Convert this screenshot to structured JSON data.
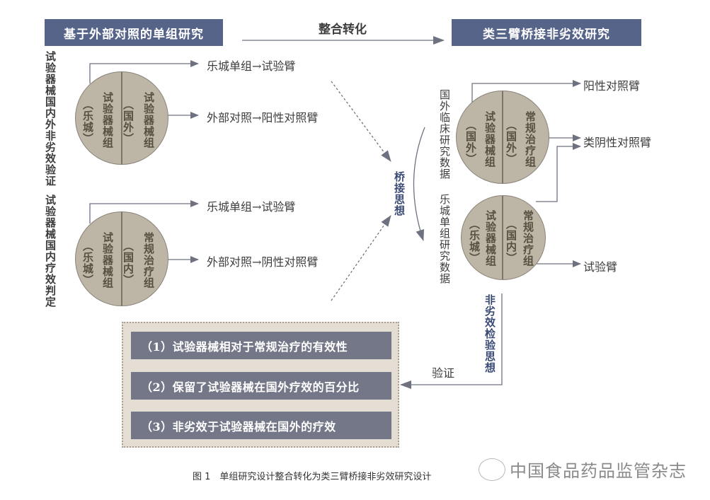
{
  "headers": {
    "left": "基于外部对照的单组研究",
    "right": "类三臂桥接非劣效研究",
    "transition": "整合转化"
  },
  "left_side_labels": {
    "top": "试验器械国内外非劣效验证",
    "bottom": "试验器械国内疗效判定"
  },
  "left_top_circle": {
    "left_half": {
      "region": "（乐城）",
      "group": "试验器械组"
    },
    "right_half": {
      "region": "（国外）",
      "group": "试验器械组"
    },
    "outputs": [
      "乐城单组→试验臂",
      "外部对照→阳性对照臂"
    ]
  },
  "left_bottom_circle": {
    "left_half": {
      "region": "（乐城）",
      "group": "试验器械组"
    },
    "right_half": {
      "region": "（国内）",
      "group": "常规治疗组"
    },
    "outputs": [
      "乐城单组→试验臂",
      "外部对照→阴性对照臂"
    ]
  },
  "bridge_label": "桥接思想",
  "right_data_labels": {
    "top": "国外临床研究数据",
    "bottom": "乐城单组研究数据"
  },
  "right_top_circle": {
    "left_half": {
      "region": "（国外）",
      "group": "试验器械组"
    },
    "right_half": {
      "region": "（国外）",
      "group": "常规治疗组"
    }
  },
  "right_bottom_circle": {
    "left_half": {
      "region": "（乐城）",
      "group": "试验器械组"
    },
    "right_half": {
      "region": "（国内）",
      "group": "常规治疗组"
    }
  },
  "right_arms": {
    "positive": "阳性对照臂",
    "quasi_negative": "类阴性对照臂",
    "test": "试验臂"
  },
  "noninferiority_label": "非劣效检验思想",
  "verify_label": "验证",
  "summary_items": [
    "（1）试验器械相对于常规治疗的有效性",
    "（2）保留了试验器械在国外疗效的百分比",
    "（3）非劣效于试验器械在国外的疗效"
  ],
  "caption": "图 1　单组研究设计整合转化为类三臂桥接非劣效研究设计",
  "watermark": "中国食品药品监管杂志",
  "colors": {
    "header_bg": "#56648a",
    "circle_fill": "#bdb5a6",
    "summary_bg": "#e3ddd3",
    "summary_item_bg": "#737787",
    "line": "#6e7280",
    "blue_text": "#3a4a75"
  }
}
